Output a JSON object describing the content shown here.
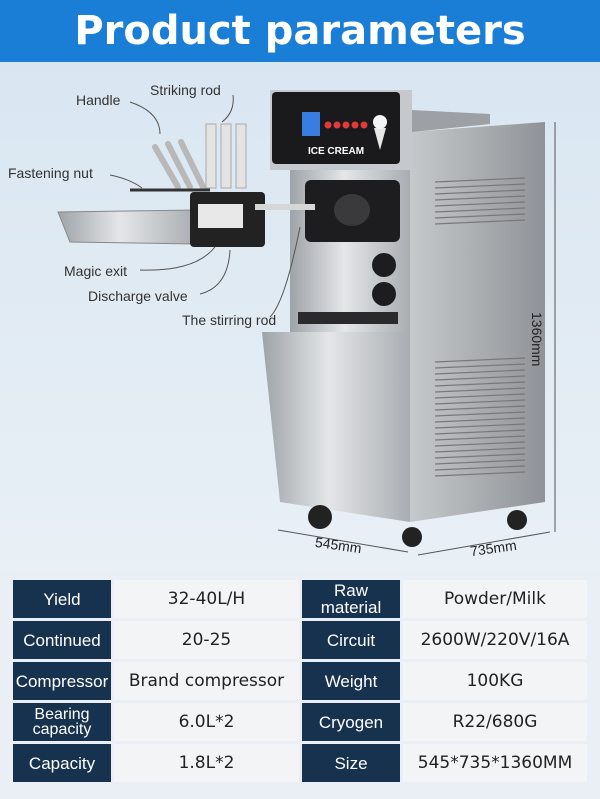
{
  "header": {
    "title": "Product parameters"
  },
  "product": {
    "panel_text": "ICE CREAM"
  },
  "callouts": {
    "handle": "Handle",
    "striking_rod": "Striking rod",
    "fastening_nut": "Fastening nut",
    "magic_exit": "Magic exit",
    "discharge_valve": "Discharge valve",
    "stirring_rod": "The stirring rod"
  },
  "dimensions": {
    "height": "1360mm",
    "width": "545mm",
    "depth": "735mm"
  },
  "specs": [
    {
      "label": "Yield",
      "value": "32-40L/H",
      "label2": "Raw material",
      "value2": "Powder/Milk"
    },
    {
      "label": "Continued",
      "value": "20-25",
      "label2": "Circuit",
      "value2": "2600W/220V/16A"
    },
    {
      "label": "Compressor",
      "value": "Brand compressor",
      "label2": "Weight",
      "value2": "100KG"
    },
    {
      "label": "Bearing capacity",
      "value": "6.0L*2",
      "label2": "Cryogen",
      "value2": "R22/680G"
    },
    {
      "label": "Capacity",
      "value": "1.8L*2",
      "label2": "Size",
      "value2": "545*735*1360MM"
    }
  ]
}
